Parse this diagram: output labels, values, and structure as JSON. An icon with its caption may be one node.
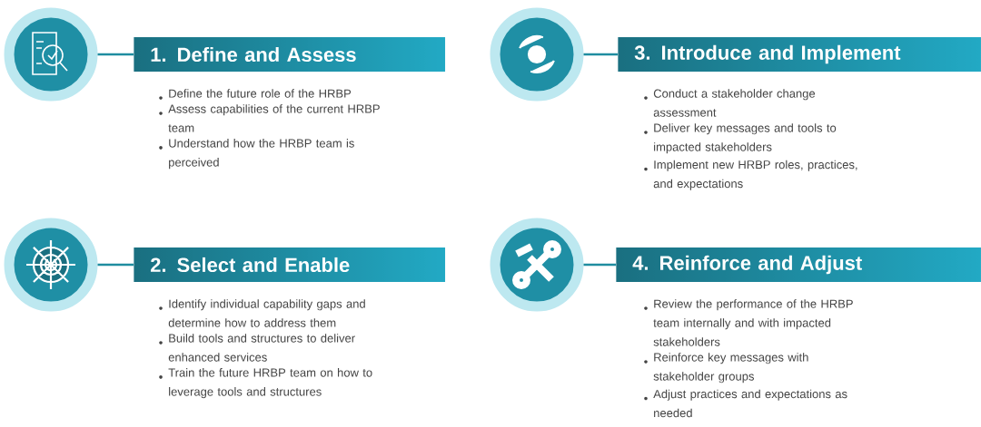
{
  "diagram": {
    "nodes": [
      {
        "text": [],
        "shape": "circle"
      },
      {
        "text": [
          "1. Define and Assess"
        ],
        "beside": [
          "Define the future role of the HRBP",
          "Assess capabilities of the current HRBP team",
          "Understand how the HRBP team is perceived"
        ]
      },
      {
        "text": [],
        "shape": "circle"
      },
      {
        "text": [
          "3. Introduce and Implement"
        ],
        "beside": [
          "Conduct a stakeholder change assessment",
          "Deliver key messages and tools to impacted stakeholders",
          "Implement new HRBP roles, practices, and expectations"
        ]
      },
      {
        "text": [],
        "shape": "circle"
      },
      {
        "text": [
          "2. Select and Enable"
        ],
        "beside": [
          "Identify individual capability gaps and determine how to address them",
          "Build tools and structures to deliver enhanced services",
          "Train the future HRBP team on how to leverage tools and structures"
        ]
      },
      {
        "text": [],
        "shape": "circle"
      },
      {
        "text": [
          "4. Reinforce and Adjust"
        ],
        "beside": [
          "Review the performance of the HRBP team internally and with impacted stakeholders",
          "Reinforce key messages with stakeholder groups",
          "Adjust practices and expectations as needed"
        ]
      }
    ],
    "edges": [
      {
        "from": 0,
        "to": 1,
        "arrow": "none"
      },
      {
        "from": 2,
        "to": 3,
        "arrow": "none"
      },
      {
        "from": 4,
        "to": 5,
        "arrow": "none"
      },
      {
        "from": 6,
        "to": 7,
        "arrow": "none"
      }
    ]
  }
}
